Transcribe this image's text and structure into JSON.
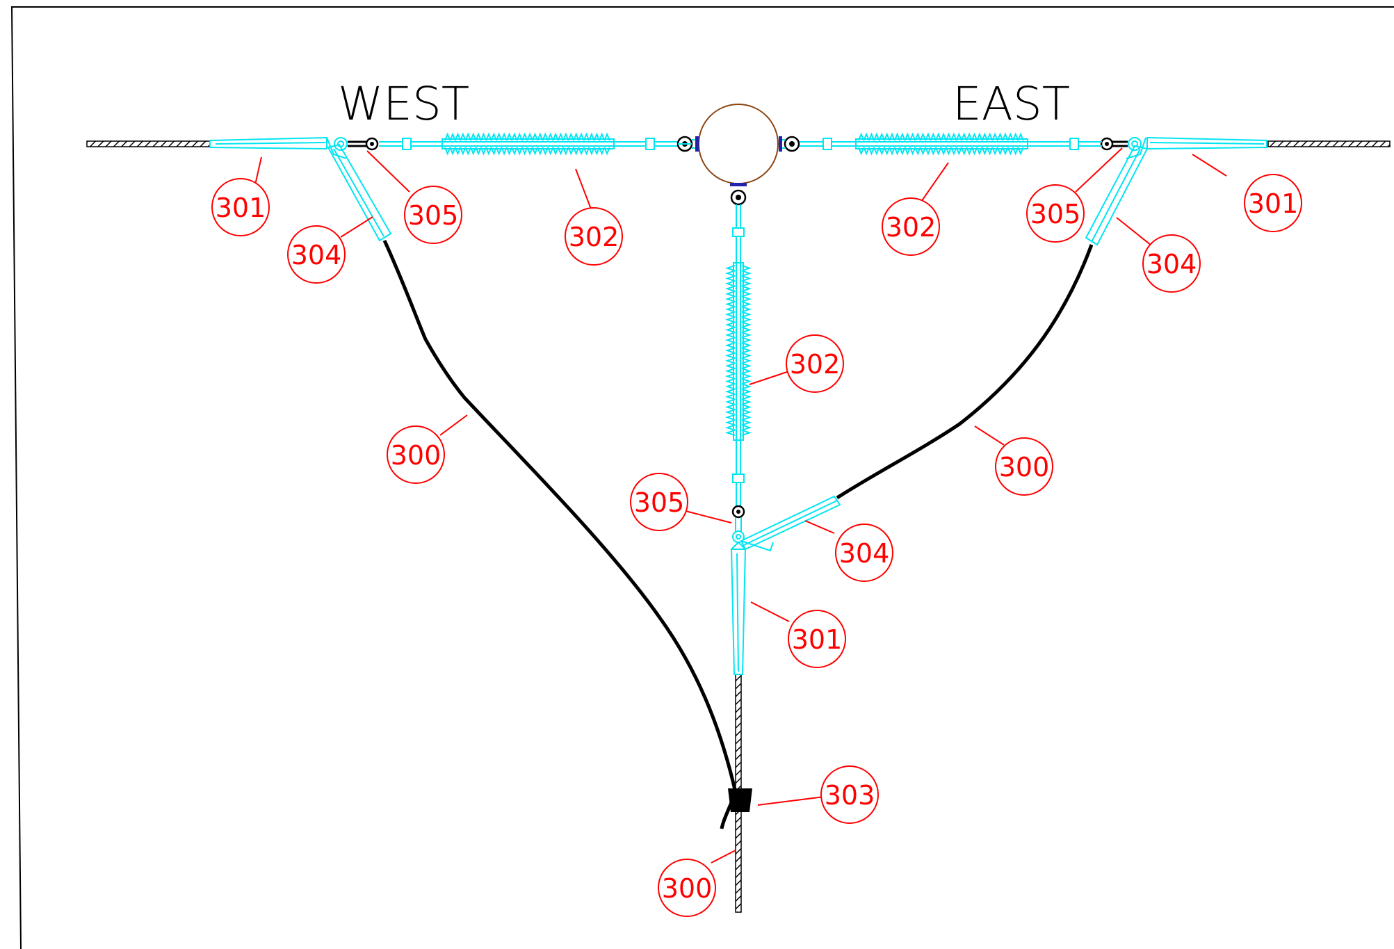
{
  "labels": {
    "west": "WEST",
    "east": "EAST"
  },
  "callouts": [
    {
      "id": "c-301-west",
      "text": "301"
    },
    {
      "id": "c-304-west",
      "text": "304"
    },
    {
      "id": "c-305-west",
      "text": "305"
    },
    {
      "id": "c-302-west",
      "text": "302"
    },
    {
      "id": "c-302-east",
      "text": "302"
    },
    {
      "id": "c-305-east",
      "text": "305"
    },
    {
      "id": "c-301-east",
      "text": "301"
    },
    {
      "id": "c-304-east",
      "text": "304"
    },
    {
      "id": "c-302-down",
      "text": "302"
    },
    {
      "id": "c-300-west",
      "text": "300"
    },
    {
      "id": "c-300-east",
      "text": "300"
    },
    {
      "id": "c-305-down",
      "text": "305"
    },
    {
      "id": "c-304-down",
      "text": "304"
    },
    {
      "id": "c-301-down",
      "text": "301"
    },
    {
      "id": "c-303",
      "text": "303"
    },
    {
      "id": "c-300-bottom",
      "text": "300"
    }
  ],
  "colors": {
    "callout": "#ff0000",
    "hardware": "#00e5f2",
    "conductor": "#000000",
    "pole": "#8b4513",
    "clamp": "#2222aa"
  }
}
